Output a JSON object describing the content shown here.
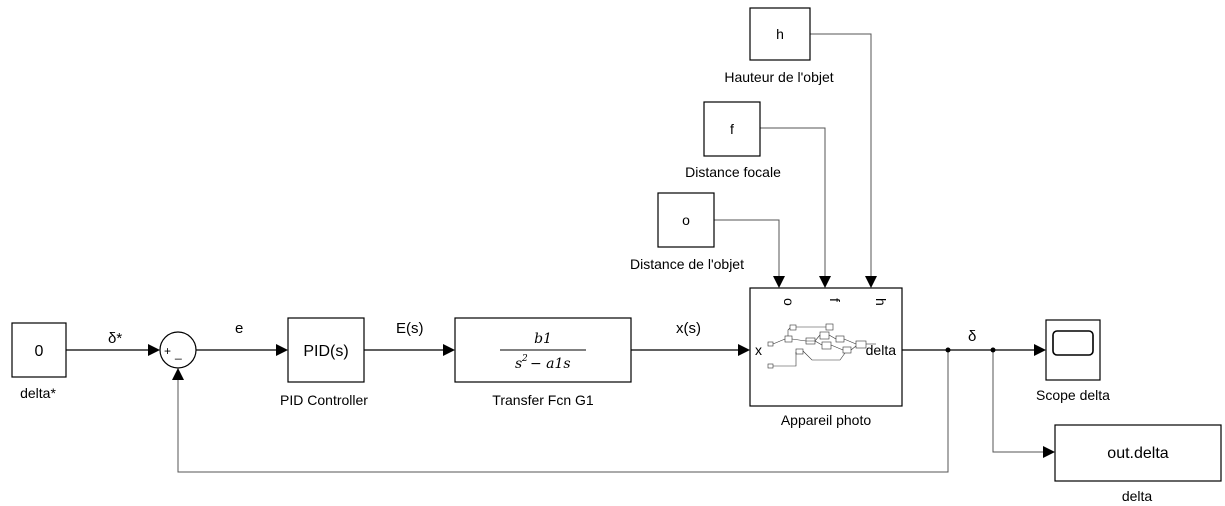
{
  "blocks": {
    "const_delta_star": {
      "value": "0",
      "label": "delta*"
    },
    "sum": {
      "plus": "+",
      "minus": "_"
    },
    "pid": {
      "text": "PID(s)",
      "label": "PID Controller"
    },
    "tf": {
      "num": "b1",
      "den_s": "s",
      "den_exp": "2",
      "den_rest": "− a1s",
      "label": "Transfer Fcn G1"
    },
    "camera": {
      "port_in": "x",
      "port_out": "delta",
      "ports_top": [
        "o",
        "f",
        "h"
      ],
      "label": "Appareil photo"
    },
    "const_h": {
      "value": "h",
      "label": "Hauteur de l'objet"
    },
    "const_f": {
      "value": "f",
      "label": "Distance focale"
    },
    "const_o": {
      "value": "o",
      "label": "Distance de l'objet"
    },
    "scope": {
      "label": "Scope delta"
    },
    "to_workspace": {
      "value": "out.delta",
      "label": "delta"
    }
  },
  "signals": {
    "delta_star": "δ*",
    "e": "e",
    "E": "E(s)",
    "x": "x(s)",
    "delta": "δ"
  }
}
